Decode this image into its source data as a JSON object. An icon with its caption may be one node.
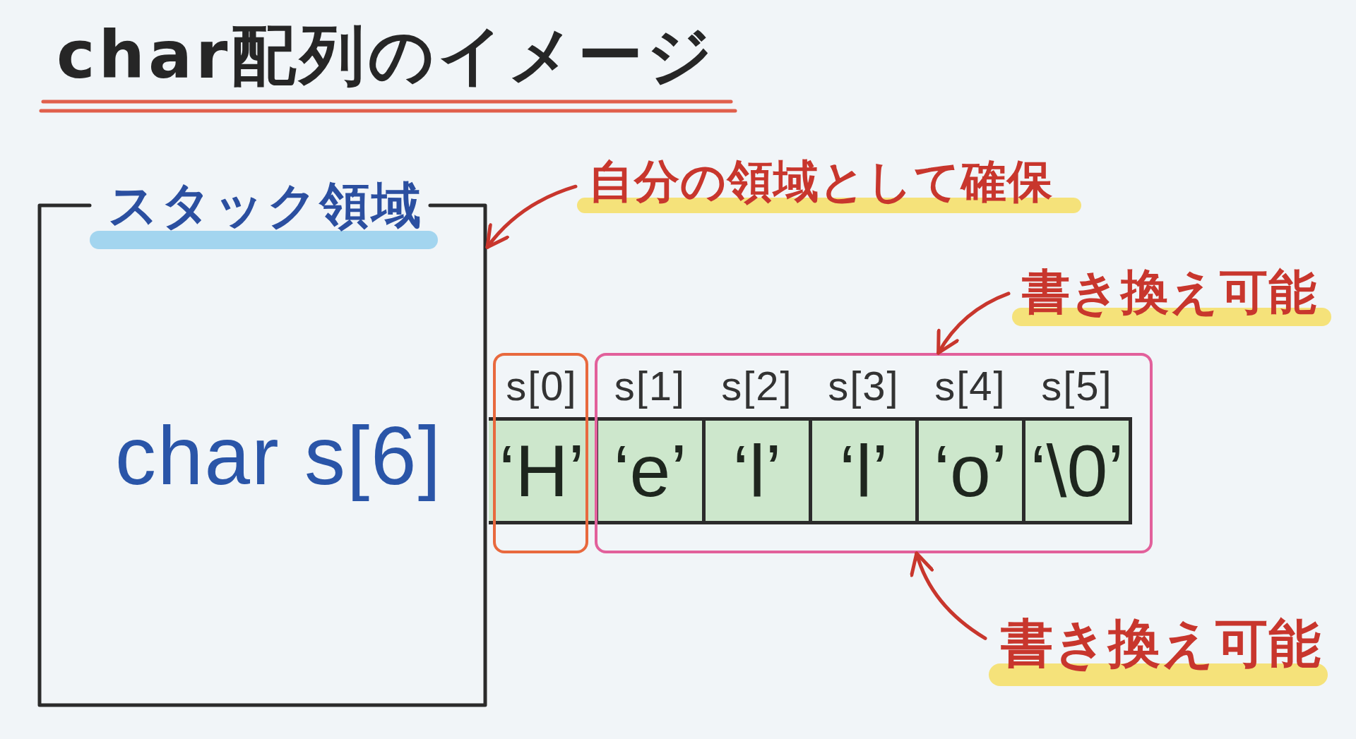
{
  "diagram": {
    "title": "char配列のイメージ",
    "nodes": [
      {
        "text": [
          "スタック領域",
          "char s[6]"
        ]
      },
      {
        "text": [
          "自分の領域として確保"
        ]
      },
      {
        "text": [
          "書き換え可能"
        ]
      },
      {
        "text": [],
        "shape": "box"
      },
      {
        "text": [
          "‘H’"
        ],
        "beside": [
          "s[0]"
        ]
      },
      {
        "text": [],
        "shape": "box"
      },
      {
        "text": [
          "‘e’"
        ],
        "beside": [
          "s[1]"
        ],
        "in": 5
      },
      {
        "text": [
          "‘l’"
        ],
        "beside": [
          "s[2]"
        ],
        "in": 5
      },
      {
        "text": [
          "‘l’"
        ],
        "beside": [
          "s[3]"
        ],
        "in": 5
      },
      {
        "text": [
          "‘o’"
        ],
        "beside": [
          "s[4]"
        ],
        "in": 5
      },
      {
        "text": [
          "‘\\0’"
        ],
        "beside": [
          "s[5]"
        ],
        "in": 5
      },
      {
        "text": [
          "書き換え可能"
        ]
      }
    ],
    "edges": [
      {
        "from": 1,
        "to": 0,
        "arrow": "to"
      },
      {
        "from": 2,
        "to": 5,
        "arrow": "to"
      },
      {
        "from": 11,
        "to": 5,
        "arrow": "to"
      }
    ]
  }
}
